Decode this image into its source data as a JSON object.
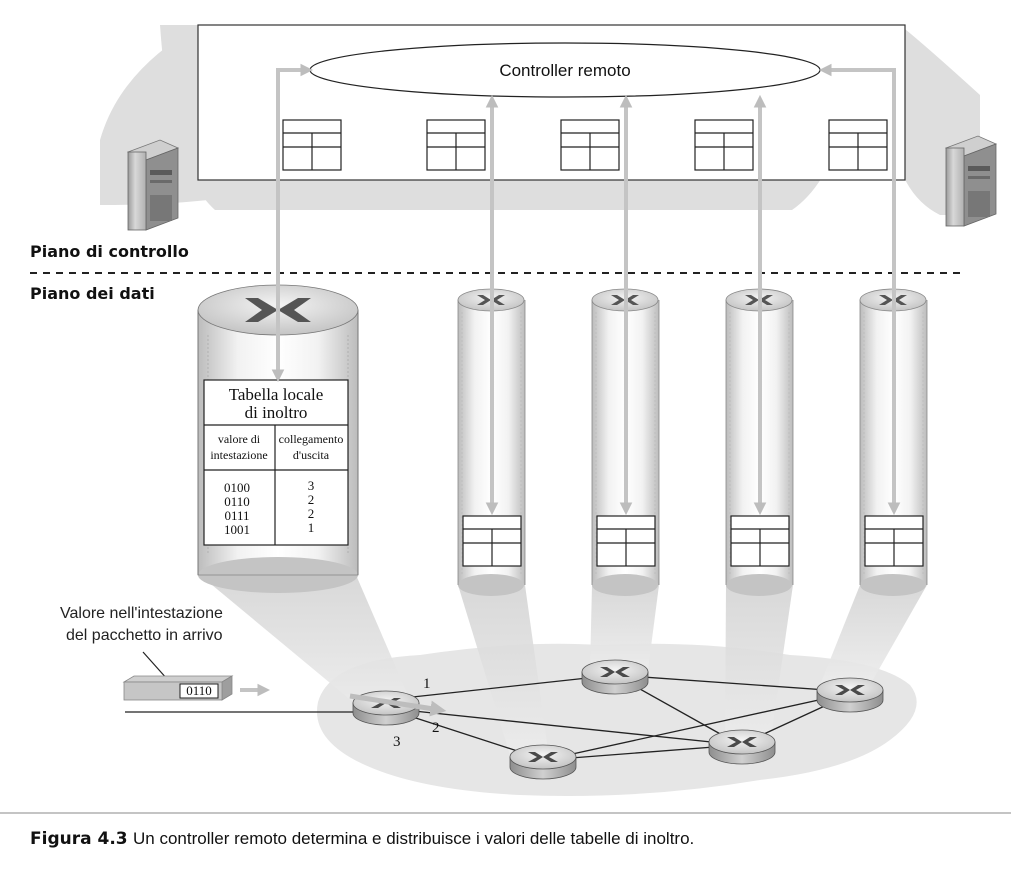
{
  "controller": {
    "label": "Controller remoto"
  },
  "planes": {
    "control": "Piano di controllo",
    "data": "Piano dei dati"
  },
  "local_table": {
    "title_line1": "Tabella locale",
    "title_line2": "di inoltro",
    "col1_line1": "valore di",
    "col1_line2": "intestazione",
    "col2_line1": "collegamento",
    "col2_line2": "d'uscita",
    "rows": [
      {
        "header": "0100",
        "link": "3"
      },
      {
        "header": "0110",
        "link": "2"
      },
      {
        "header": "0111",
        "link": "2"
      },
      {
        "header": "1001",
        "link": "1"
      }
    ]
  },
  "packet": {
    "note_line1": "Valore nell'intestazione",
    "note_line2": "del pacchetto in arrivo",
    "value": "0110"
  },
  "links": {
    "l1": "1",
    "l2": "2",
    "l3": "3"
  },
  "caption": {
    "label": "Figura 4.3",
    "text": "Un controller remoto determina e distribuisce i valori delle tabelle di inoltro."
  },
  "colors": {
    "arrow": "#c8c8c8",
    "panel_shade": "#d9d9d9",
    "router_body": "#bdbdbd",
    "network_cloud": "#e8e8e8"
  }
}
